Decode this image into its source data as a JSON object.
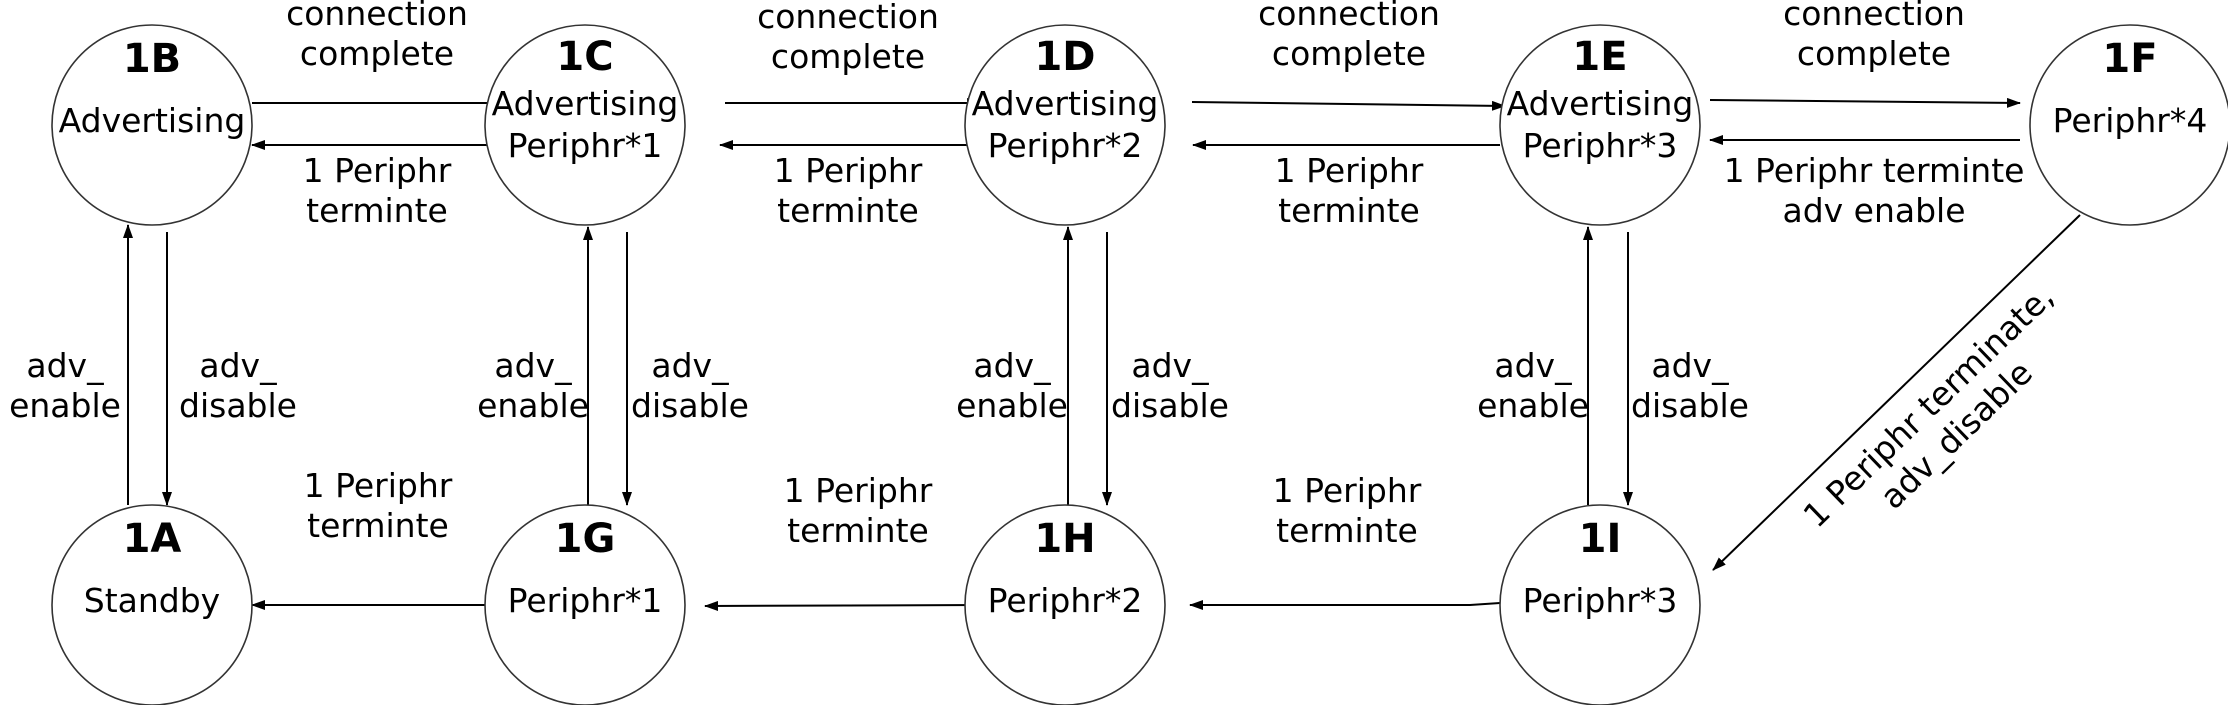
{
  "nodes": [
    {
      "key": "1A",
      "id": "1A",
      "lines": [
        "Standby"
      ]
    },
    {
      "key": "1B",
      "id": "1B",
      "lines": [
        "Advertising"
      ]
    },
    {
      "key": "1C",
      "id": "1C",
      "lines": [
        "Advertising",
        "Periphr*1"
      ]
    },
    {
      "key": "1D",
      "id": "1D",
      "lines": [
        "Advertising",
        "Periphr*2"
      ]
    },
    {
      "key": "1E",
      "id": "1E",
      "lines": [
        "Advertising",
        "Periphr*3"
      ]
    },
    {
      "key": "1F",
      "id": "1F",
      "lines": [
        "Periphr*4"
      ]
    },
    {
      "key": "1G",
      "id": "1G",
      "lines": [
        "Periphr*1"
      ]
    },
    {
      "key": "1H",
      "id": "1H",
      "lines": [
        "Periphr*2"
      ]
    },
    {
      "key": "1I",
      "id": "1I",
      "lines": [
        "Periphr*3"
      ]
    }
  ],
  "edges": [
    {
      "key": "b-c",
      "from": "1B",
      "to": "1C",
      "label": [
        "connection",
        "complete"
      ]
    },
    {
      "key": "c-b",
      "from": "1C",
      "to": "1B",
      "label": [
        "1 Periphr",
        "terminte"
      ]
    },
    {
      "key": "c-d",
      "from": "1C",
      "to": "1D",
      "label": [
        "connection",
        "complete"
      ]
    },
    {
      "key": "d-c",
      "from": "1D",
      "to": "1C",
      "label": [
        "1 Periphr",
        "terminte"
      ]
    },
    {
      "key": "d-e",
      "from": "1D",
      "to": "1E",
      "label": [
        "connection",
        "complete"
      ]
    },
    {
      "key": "e-d",
      "from": "1E",
      "to": "1D",
      "label": [
        "1 Periphr",
        "terminte"
      ]
    },
    {
      "key": "e-f",
      "from": "1E",
      "to": "1F",
      "label": [
        "connection",
        "complete"
      ]
    },
    {
      "key": "f-e",
      "from": "1F",
      "to": "1E",
      "label": [
        "1 Periphr terminte",
        "adv enable"
      ]
    },
    {
      "key": "a-b",
      "from": "1A",
      "to": "1B",
      "label": [
        "adv_",
        "enable"
      ]
    },
    {
      "key": "b-a",
      "from": "1B",
      "to": "1A",
      "label": [
        "adv_",
        "disable"
      ]
    },
    {
      "key": "g-c",
      "from": "1G",
      "to": "1C",
      "label": [
        "adv_",
        "enable"
      ]
    },
    {
      "key": "c-g",
      "from": "1C",
      "to": "1G",
      "label": [
        "adv_",
        "disable"
      ]
    },
    {
      "key": "h-d",
      "from": "1H",
      "to": "1D",
      "label": [
        "adv_",
        "enable"
      ]
    },
    {
      "key": "d-h",
      "from": "1D",
      "to": "1H",
      "label": [
        "adv_",
        "disable"
      ]
    },
    {
      "key": "i-e",
      "from": "1I",
      "to": "1E",
      "label": [
        "adv_",
        "enable"
      ]
    },
    {
      "key": "e-i",
      "from": "1E",
      "to": "1I",
      "label": [
        "adv_",
        "disable"
      ]
    },
    {
      "key": "g-a",
      "from": "1G",
      "to": "1A",
      "label": [
        "1 Periphr",
        "terminte"
      ]
    },
    {
      "key": "h-g",
      "from": "1H",
      "to": "1G",
      "label": [
        "1 Periphr",
        "terminte"
      ]
    },
    {
      "key": "i-h",
      "from": "1I",
      "to": "1H",
      "label": [
        "1 Periphr",
        "terminte"
      ]
    },
    {
      "key": "f-i",
      "from": "1F",
      "to": "1I",
      "label": [
        "1 Periphr terminate,",
        "adv_disable"
      ]
    },
    {
      "key": "e-inner",
      "from": "1E",
      "to": "1E",
      "label": []
    }
  ]
}
